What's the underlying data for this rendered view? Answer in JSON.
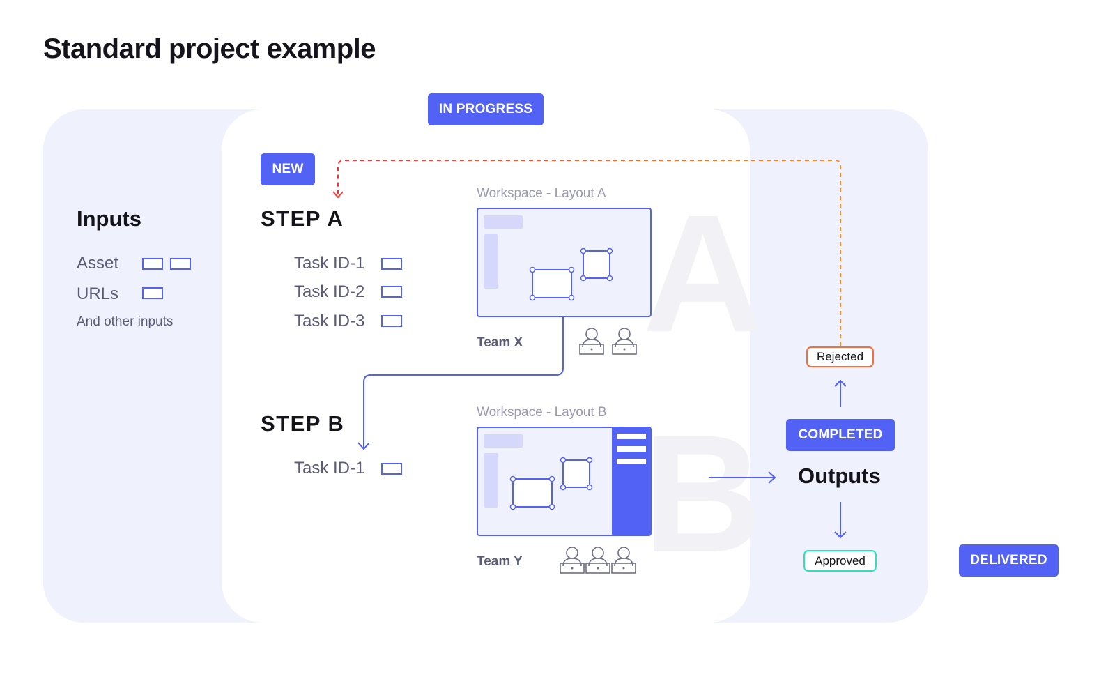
{
  "title": "Standard project example",
  "colors": {
    "accent": "#5262f5",
    "panel": "#eff1fc",
    "rejected_border": "#ff5a36",
    "approved_border": "#2de0c2",
    "reject_line": "#ff7a1a"
  },
  "badges": {
    "in_progress": "IN PROGRESS",
    "new": "NEW",
    "completed": "COMPLETED",
    "delivered": "DELIVERED"
  },
  "inputs": {
    "heading": "Inputs",
    "items": [
      {
        "label": "Asset",
        "icon_count": 2
      },
      {
        "label": "URLs",
        "icon_count": 1
      }
    ],
    "other": "And other inputs"
  },
  "step_a": {
    "heading": "STEP A",
    "tasks": [
      "Task ID-1",
      "Task ID-2",
      "Task ID-3"
    ],
    "workspace_label": "Workspace - Layout A",
    "ghost_letter": "A",
    "team": "Team X",
    "team_size": 2
  },
  "step_b": {
    "heading": "STEP B",
    "tasks": [
      "Task ID-1"
    ],
    "workspace_label": "Workspace - Layout B",
    "ghost_letter": "B",
    "team": "Team Y",
    "team_size": 3
  },
  "outputs": {
    "heading": "Outputs",
    "rejected": "Rejected",
    "approved": "Approved"
  }
}
